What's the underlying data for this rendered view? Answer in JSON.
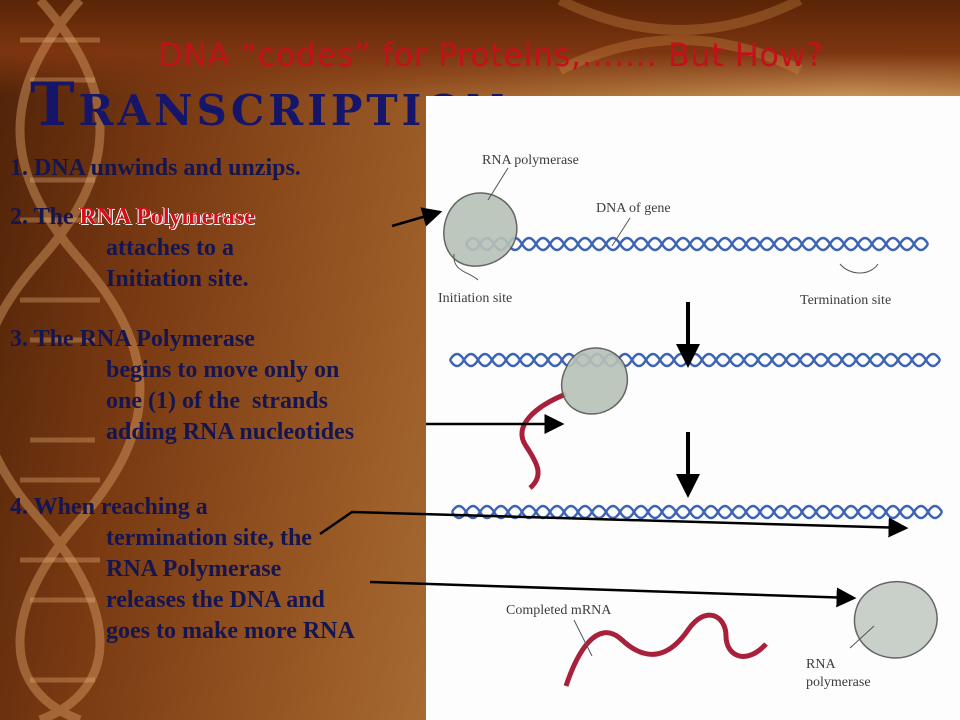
{
  "slide": {
    "subtitle": "DNA “codes” for Proteins,……. But How?",
    "title": "Transcription:"
  },
  "steps": [
    {
      "lines": [
        "1. DNA unwinds and unzips."
      ]
    },
    {
      "prefix": "2. The ",
      "highlight": "RNA Polymerase",
      "lines": [
        "attaches to a",
        "Initiation site."
      ]
    },
    {
      "lines": [
        "3. The RNA Polymerase",
        "begins to move only on",
        "one (1) of the  strands",
        "adding RNA nucleotides"
      ]
    },
    {
      "lines": [
        "4. When reaching a",
        "termination site, the",
        "RNA Polymerase",
        "releases the DNA and",
        "goes to make more RNA"
      ]
    }
  ],
  "figure": {
    "labels": {
      "rna_polymerase": "RNA polymerase",
      "dna_of_gene": "DNA of gene",
      "initiation_site": "Initiation site",
      "termination_site": "Termination site",
      "completed_mrna": "Completed mRNA",
      "rna_polymerase_bottom_1": "RNA",
      "rna_polymerase_bottom_2": "polymerase"
    }
  },
  "colors": {
    "subtitle": "#c4101a",
    "title": "#15156a",
    "body_text": "#151550",
    "highlight": "#d2101c",
    "dna_blue": "#3d64b4",
    "mrna_red": "#a8203a",
    "polymerase": "#b8c2b8"
  }
}
